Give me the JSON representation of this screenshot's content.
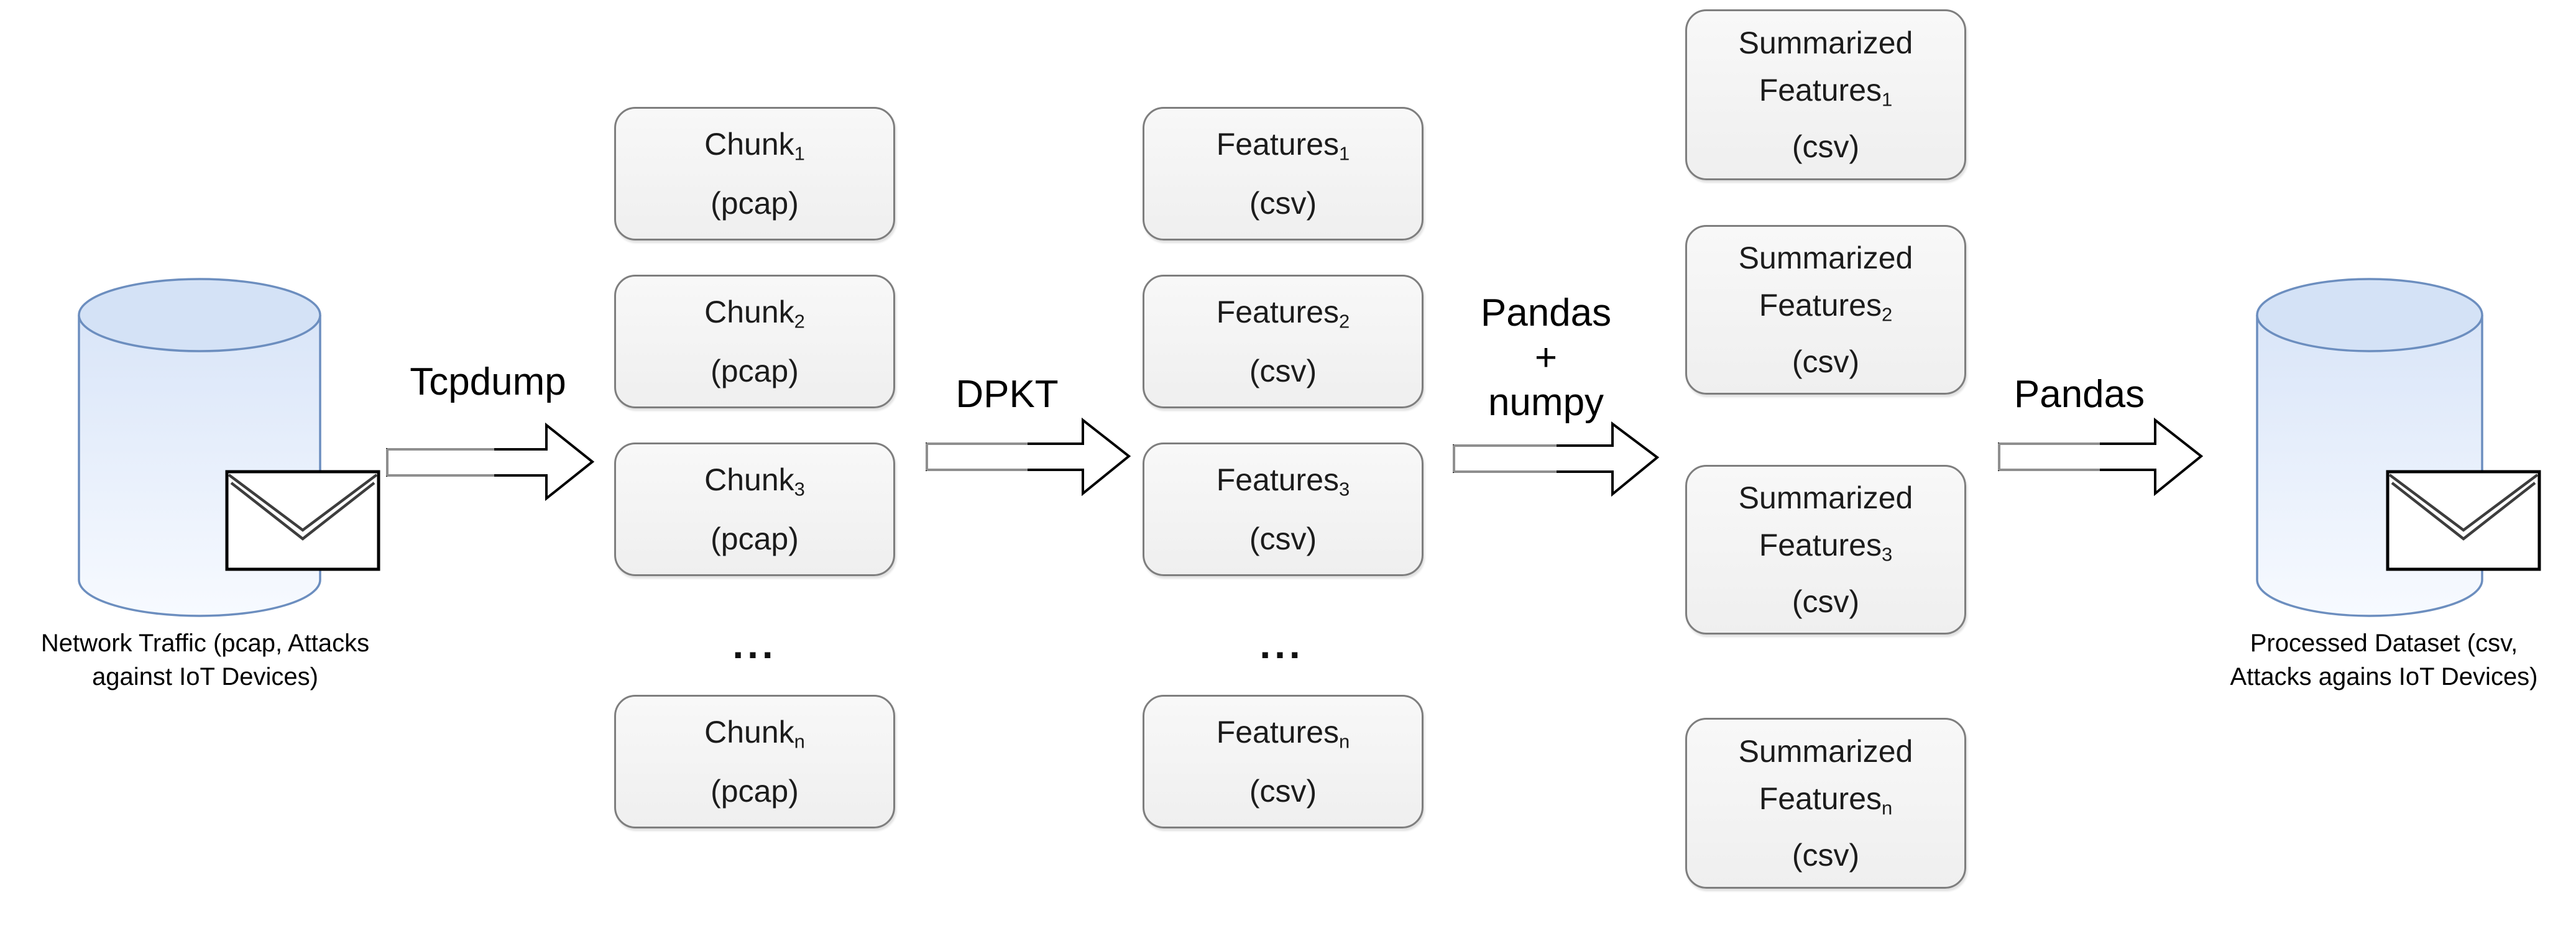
{
  "source_node": {
    "icon": "database-cylinder",
    "overlay_icon": "envelope",
    "label_lines": [
      "Network Traffic (pcap, Attacks",
      "against IoT Devices)"
    ]
  },
  "sink_node": {
    "icon": "database-cylinder",
    "overlay_icon": "envelope",
    "label_lines": [
      "Processed Dataset (csv,",
      "Attacks agains IoT Devices)"
    ]
  },
  "arrows": [
    {
      "name": "tcpdump",
      "label_lines": [
        "Tcpdump"
      ]
    },
    {
      "name": "dpkt",
      "label_lines": [
        "DPKT"
      ]
    },
    {
      "name": "pandas-numpy",
      "label_lines": [
        "Pandas",
        "+",
        "numpy"
      ]
    },
    {
      "name": "pandas",
      "label_lines": [
        "Pandas"
      ]
    }
  ],
  "columns": {
    "chunks": {
      "ellipsis": "...",
      "boxes": [
        {
          "base": "Chunk",
          "sub": "1",
          "format": "(pcap)"
        },
        {
          "base": "Chunk",
          "sub": "2",
          "format": "(pcap)"
        },
        {
          "base": "Chunk",
          "sub": "3",
          "format": "(pcap)"
        },
        {
          "base": "Chunk",
          "sub": "n",
          "format": "(pcap)"
        }
      ]
    },
    "features": {
      "ellipsis": "...",
      "boxes": [
        {
          "base": "Features",
          "sub": "1",
          "format": "(csv)"
        },
        {
          "base": "Features",
          "sub": "2",
          "format": "(csv)"
        },
        {
          "base": "Features",
          "sub": "3",
          "format": "(csv)"
        },
        {
          "base": "Features",
          "sub": "n",
          "format": "(csv)"
        }
      ]
    },
    "summarized": {
      "boxes": [
        {
          "line1": "Summarized",
          "base": "Features",
          "sub": "1",
          "format": "(csv)"
        },
        {
          "line1": "Summarized",
          "base": "Features",
          "sub": "2",
          "format": "(csv)"
        },
        {
          "line1": "Summarized",
          "base": "Features",
          "sub": "3",
          "format": "(csv)"
        },
        {
          "line1": "Summarized",
          "base": "Features",
          "sub": "n",
          "format": "(csv)"
        }
      ]
    }
  },
  "colors": {
    "cylinder_fill_top": "#d9e5f8",
    "cylinder_fill_bottom": "#f7faff",
    "cylinder_stroke": "#6c8ebf",
    "box_stroke": "#7e7e7e",
    "box_fill": "#f5f5f5",
    "arrow_fill": "#ffffff",
    "arrow_stroke": "#000000",
    "text": "#000000"
  }
}
